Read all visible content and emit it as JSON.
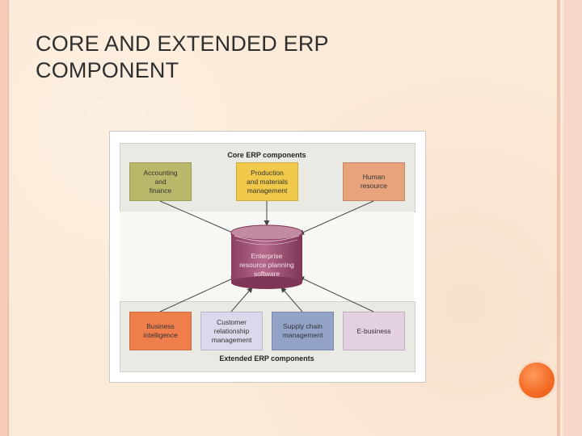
{
  "slide": {
    "title_lines": [
      "CORE AND EXTENDED ERP",
      "COMPONENT"
    ],
    "colors": {
      "background": "#fbead7",
      "accent_orb": "#f26a24"
    }
  },
  "diagram": {
    "core_label": "Core ERP components",
    "extended_label": "Extended ERP components",
    "center": "Enterprise\nresource planning\nsoftware",
    "core_components": [
      {
        "label": "Accounting\nand\nfinance",
        "color": "#b9b86a"
      },
      {
        "label": "Production\nand materials\nmanagement",
        "color": "#f0c94a"
      },
      {
        "label": "Human\nresource",
        "color": "#e7a37c"
      }
    ],
    "extended_components": [
      {
        "label": "Business\nintelligence",
        "color": "#ee7f4c"
      },
      {
        "label": "Customer\nrelationship\nmanagement",
        "color": "#dcd7ea"
      },
      {
        "label": "Supply chain\nmanagement",
        "color": "#92a3c7"
      },
      {
        "label": "E-business",
        "color": "#e3d0e0"
      }
    ]
  }
}
